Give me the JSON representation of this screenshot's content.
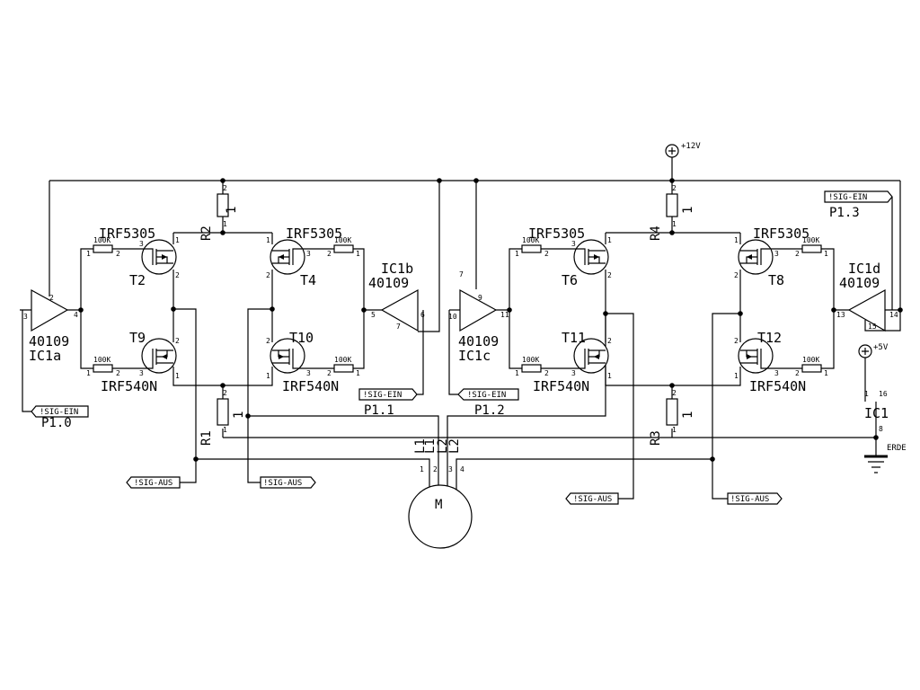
{
  "supply": {
    "v12": "+12V",
    "v5": "+5V",
    "ground": "ERDE"
  },
  "ics": {
    "a": {
      "part": "40109",
      "ref": "IC1a"
    },
    "b": {
      "part": "40109",
      "ref": "IC1b"
    },
    "c": {
      "part": "40109",
      "ref": "IC1c"
    },
    "d": {
      "part": "40109",
      "ref": "IC1d"
    },
    "power_ref": "IC1"
  },
  "transistors": {
    "t2": {
      "ref": "T2",
      "part": "IRF5305"
    },
    "t4": {
      "ref": "T4",
      "part": "IRF5305"
    },
    "t6": {
      "ref": "T6",
      "part": "IRF5305"
    },
    "t8": {
      "ref": "T8",
      "part": "IRF5305"
    },
    "t9": {
      "ref": "T9",
      "part": "IRF540N"
    },
    "t10": {
      "ref": "T10",
      "part": "IRF540N"
    },
    "t11": {
      "ref": "T11",
      "part": "IRF540N"
    },
    "t12": {
      "ref": "T12",
      "part": "IRF540N"
    }
  },
  "gate_resistor": "100K",
  "resistors": {
    "r1": "R1",
    "r2": "R2",
    "r3": "R3",
    "r4": "R4"
  },
  "signals": {
    "in_label": "!SIG-EIN",
    "out_label": "!SIG-AUS",
    "p10": "P1.0",
    "p11": "P1.1",
    "p12": "P1.2",
    "p13": "P1.3"
  },
  "motor": {
    "label": "M",
    "terminals": [
      "L1",
      "L1",
      "L2",
      "L2"
    ],
    "pins": [
      "1",
      "2",
      "3",
      "4"
    ]
  }
}
